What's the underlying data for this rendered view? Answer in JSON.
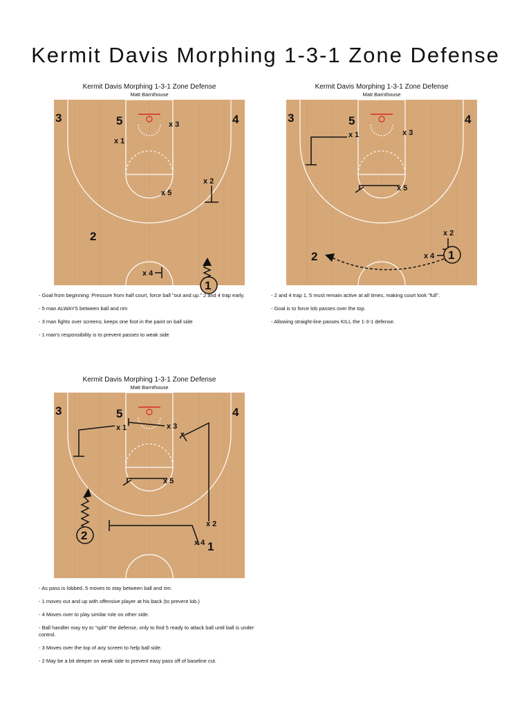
{
  "title": "Kermit Davis Morphing 1-3-1 Zone Defense",
  "panels": [
    {
      "title": "Kermit Davis Morphing 1-3-1 Zone Defense",
      "author": "Matt Barnthouse",
      "labels": {
        "p3": "3",
        "p5": "5",
        "p4": "4",
        "p2": "2",
        "p1": "1",
        "x1": "x 1",
        "x2": "x 2",
        "x3": "x 3",
        "x4": "x 4",
        "x5": "x 5"
      },
      "notes": [
        "- Goal from beginning: Pressure from half court, force ball \"out and up.\" 2 and 4 trap early.",
        "- 5 man ALWAYS between ball and rim",
        "- 3 man fights over screens; keeps one foot in the paint on ball side",
        "- 1 man's responsibility is to prevent passes to weak side"
      ]
    },
    {
      "title": "Kermit Davis Morphing 1-3-1 Zone Defense",
      "author": "Matt Barnthouse",
      "labels": {
        "p3": "3",
        "p5": "5",
        "p4": "4",
        "p2": "2",
        "p1": "1",
        "x1": "x 1",
        "x2": "x 2",
        "x3": "x 3",
        "x4": "x 4",
        "x5": "x 5"
      },
      "notes": [
        "- 2 and 4 trap 1, 5 must remain active at all times, making court look \"full\".",
        "- Goal is to force lob passes over the top.",
        "- Allowing straight-line passes KILL the 1-3-1 defense."
      ]
    },
    {
      "title": "Kermit Davis Morphing 1-3-1 Zone Defense",
      "author": "Matt Barnthouse",
      "labels": {
        "p3": "3",
        "p5": "5",
        "p4": "4",
        "p2": "2",
        "p1": "1",
        "x1": "x 1",
        "x2": "x 2",
        "x3": "x 3",
        "x4": "x 4",
        "x5": "x 5"
      },
      "notes": [
        "- As pass is lobbed, 5 moves to stay between ball and rim.",
        "- 1 moves out and up with offensive player at his back (to prevent lob.)",
        "- 4 Moves over to play similar role on other side.",
        "- Ball handler may try to \"split\" the defense, only to find 5 ready to attack ball until ball is under control.",
        "- 3 Moves over the top of any screen to help ball side.",
        "- 2 May be a bit deeper on weak side to prevent easy pass off of baseline cut."
      ]
    }
  ],
  "colors": {
    "court": "#d6a878",
    "court_dark": "#c99a69",
    "lines": "#ffffff",
    "rim": "#d62b1f",
    "ink": "#111111"
  }
}
